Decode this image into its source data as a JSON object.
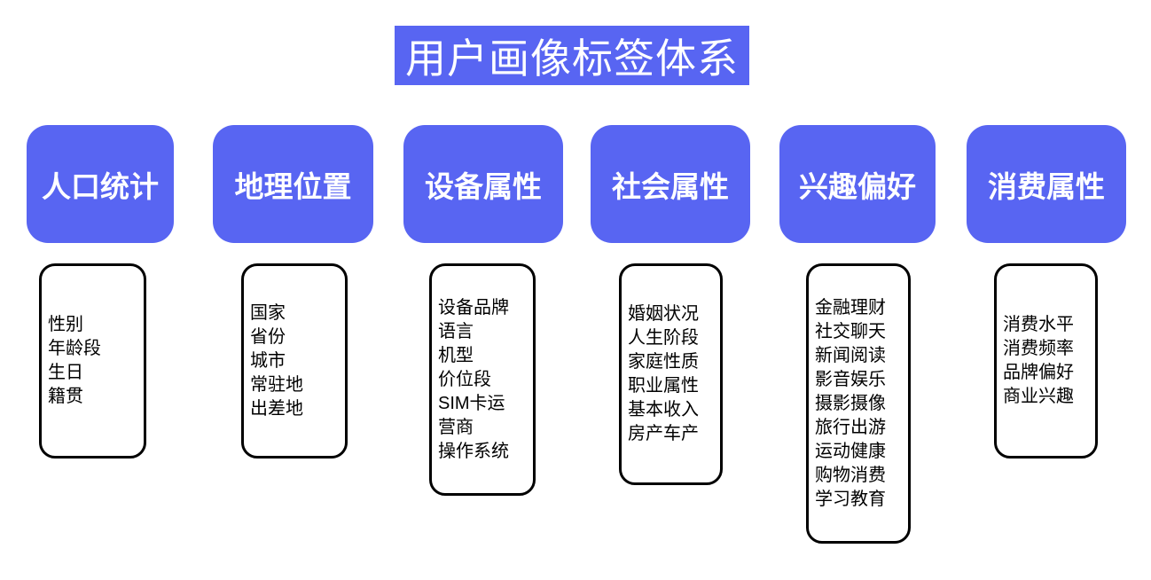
{
  "page": {
    "background_color": "#ffffff",
    "accent_color": "#5865F2",
    "box_border_color": "#000000"
  },
  "title": {
    "text": "用户画像标签体系"
  },
  "columns": [
    {
      "header": "人口统计",
      "lines": [
        "性别",
        "年龄段",
        "生日",
        "籍贯"
      ]
    },
    {
      "header": "地理位置",
      "lines": [
        "国家",
        "省份",
        "城市",
        "常驻地",
        "出差地"
      ]
    },
    {
      "header": "设备属性",
      "lines": [
        "设备品牌",
        "语言",
        "机型",
        "价位段",
        "SIM卡运",
        "营商",
        "操作系统"
      ]
    },
    {
      "header": "社会属性",
      "lines": [
        "婚姻状况",
        "人生阶段",
        "家庭性质",
        "职业属性",
        "基本收入",
        "房产车产"
      ]
    },
    {
      "header": "兴趣偏好",
      "lines": [
        "金融理财",
        "社交聊天",
        "新闻阅读",
        "影音娱乐",
        "摄影摄像",
        "旅行出游",
        "运动健康",
        "购物消费",
        "学习教育"
      ]
    },
    {
      "header": "消费属性",
      "lines": [
        "消费水平",
        "消费频率",
        "品牌偏好",
        "商业兴趣"
      ]
    }
  ]
}
